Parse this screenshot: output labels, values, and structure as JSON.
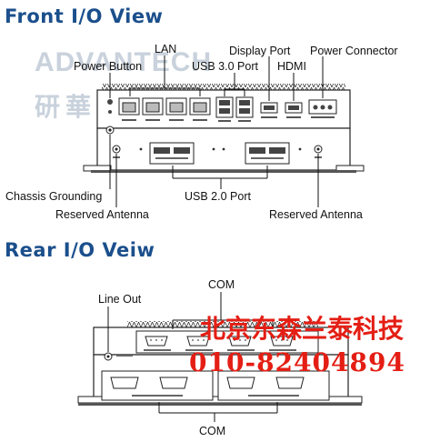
{
  "front": {
    "title": "Front I/O View",
    "labels": {
      "lan": "LAN",
      "display_port": "Display Port",
      "power_connector": "Power Connector",
      "power_button": "Power Button",
      "usb30": "USB 3.0 Port",
      "hdmi": "HDMI",
      "chassis_grounding": "Chassis Grounding",
      "usb20": "USB 2.0 Port",
      "reserved_antenna_left": "Reserved Antenna",
      "reserved_antenna_right": "Reserved Antenna"
    },
    "watermark_en": "ADVANTECH",
    "watermark_cn": "研華科技"
  },
  "rear": {
    "title": "Rear I/O Veiw",
    "labels": {
      "com_top": "COM",
      "line_out": "Line Out",
      "com_bottom": "COM"
    },
    "watermark_cn": "北京东森兰泰科技",
    "watermark_phone": "010-82404894"
  }
}
